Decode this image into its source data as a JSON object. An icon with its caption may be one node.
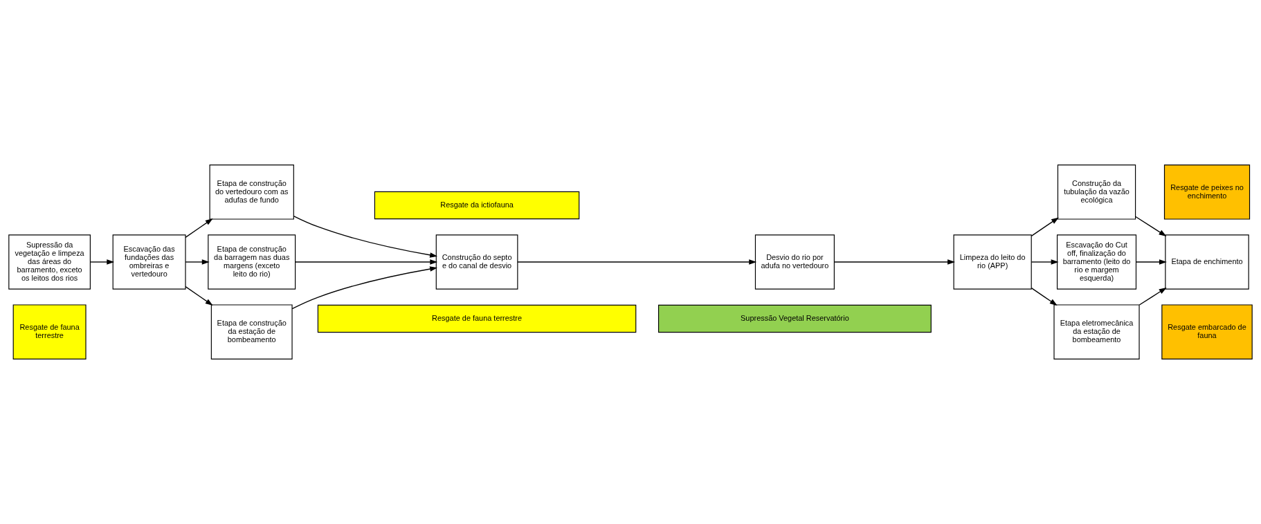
{
  "diagram": {
    "nodes": [
      {
        "text": [
          "Supressão Vegetal Reservatório"
        ]
      },
      {
        "text": [
          "Resgate de fauna terrestre"
        ]
      },
      {
        "text": [
          "Resgate embarcado de fauna"
        ]
      },
      {
        "text": [
          "Resgate de fauna terrestre"
        ]
      },
      {
        "text": [
          "Supressão da vegetação e limpeza das áreas do barramento, exceto os leitos dos rios"
        ]
      },
      {
        "text": [
          "Escavação das fundações das ombreiras e vertedouro"
        ]
      },
      {
        "text": [
          "Etapa de construção do vertedouro com as adufas de fundo"
        ]
      },
      {
        "text": [
          "Etapa de construção da barragem nas duas margens (exceto leito do rio)"
        ]
      },
      {
        "text": [
          "Etapa de construção da estação de bombeamento"
        ]
      },
      {
        "text": [
          "Construção do septo e do canal de desvio"
        ]
      },
      {
        "text": [
          "Desvio do rio por adufa no vertedouro"
        ]
      },
      {
        "text": [
          "Limpeza do leito do rio (APP)"
        ]
      },
      {
        "text": [
          "Construção da tubulação da vazão ecológica"
        ]
      },
      {
        "text": [
          "Escavação do Cut off, finalização do barramento (leito do rio e margem esquerda)"
        ]
      },
      {
        "text": [
          "Etapa eletromecânica da estação de bombeamento"
        ]
      },
      {
        "text": [
          "Resgate da ictiofauna"
        ]
      },
      {
        "text": [
          "Etapa de enchimento"
        ]
      },
      {
        "text": [
          "Resgate de peixes no enchimento"
        ]
      }
    ],
    "edges": [
      {
        "from": 4,
        "to": 5,
        "arrow": "to"
      },
      {
        "from": 5,
        "to": 6,
        "arrow": "to"
      },
      {
        "from": 5,
        "to": 7,
        "arrow": "to"
      },
      {
        "from": 5,
        "to": 8,
        "arrow": "to"
      },
      {
        "from": 6,
        "to": 9,
        "arrow": "to"
      },
      {
        "from": 7,
        "to": 9,
        "arrow": "to"
      },
      {
        "from": 8,
        "to": 9,
        "arrow": "to"
      },
      {
        "from": 9,
        "to": 10,
        "arrow": "to"
      },
      {
        "from": 10,
        "to": 11,
        "arrow": "to"
      },
      {
        "from": 11,
        "to": 12,
        "arrow": "to"
      },
      {
        "from": 11,
        "to": 13,
        "arrow": "to"
      },
      {
        "from": 11,
        "to": 14,
        "arrow": "to"
      },
      {
        "from": 12,
        "to": 16,
        "arrow": "to"
      },
      {
        "from": 13,
        "to": 16,
        "arrow": "to"
      },
      {
        "from": 14,
        "to": 16,
        "arrow": "to"
      }
    ]
  }
}
